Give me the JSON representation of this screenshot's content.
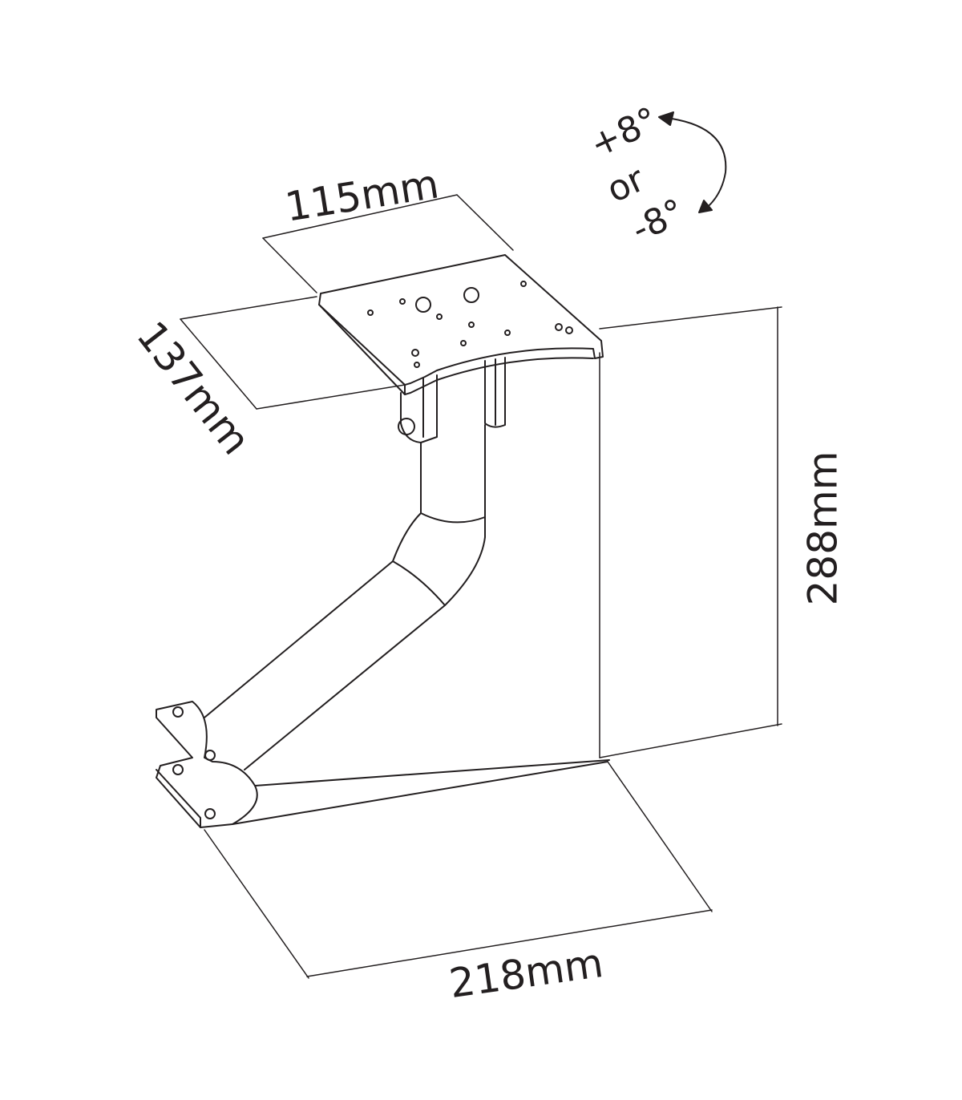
{
  "dimensions": {
    "width": "115mm",
    "depth": "137mm",
    "height": "288mm",
    "reach": "218mm"
  },
  "tilt": {
    "plus": "+8°",
    "or": "or",
    "minus": "-8°"
  },
  "colors": {
    "line": "#231f20",
    "background": "#ffffff"
  }
}
